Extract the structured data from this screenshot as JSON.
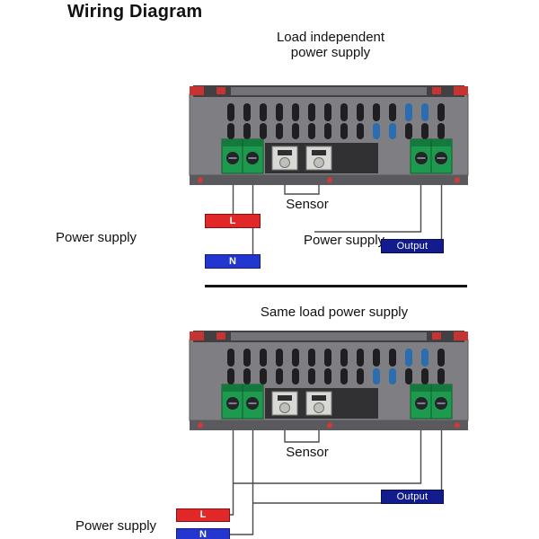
{
  "title": "Wiring Diagram",
  "top_section": {
    "heading_line1": "Load independent",
    "heading_line2": "power supply",
    "sensor": "Sensor",
    "power_supply_input": "Power supply",
    "power_supply_load": "Power supply",
    "line_live": "L",
    "line_neutral": "N",
    "output": "Output"
  },
  "bottom_section": {
    "heading": "Same load power supply",
    "sensor": "Sensor",
    "power_supply_input": "Power supply",
    "line_live": "L",
    "line_neutral": "N",
    "output": "Output"
  },
  "colors": {
    "live_red": "#e22728",
    "neutral_blue": "#2336cf",
    "output_navy": "#131c8f",
    "wire_gray": "#4b4b4b",
    "device_body_gray": "#7f7f83",
    "terminal_green": "#1d9a4e",
    "vent_blue": "#2a6db0"
  }
}
